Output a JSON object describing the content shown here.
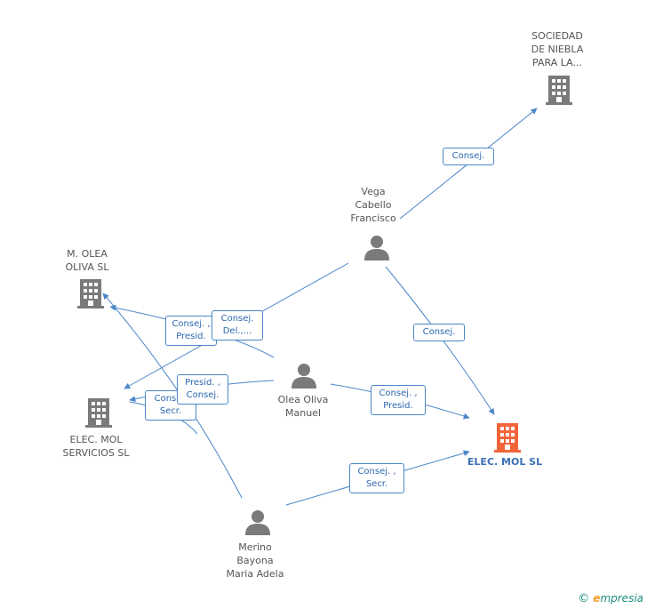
{
  "colors": {
    "edge": "#4a86c8",
    "person_icon": "#7a7a7a",
    "company_icon": "#7a7a7a",
    "main_company_icon": "#f2653a",
    "main_label": "#3d6fb5"
  },
  "nodes": {
    "sociedad": {
      "label": "SOCIEDAD\nDE NIEBLA\nPARA LA...",
      "icon": "building-icon"
    },
    "vega": {
      "label": "Vega\nCabello\nFrancisco",
      "icon": "person-icon"
    },
    "molea": {
      "label": "M. OLEA\nOLIVA SL",
      "icon": "building-icon"
    },
    "olea": {
      "label": "Olea Oliva\nManuel",
      "icon": "person-icon"
    },
    "elecserv": {
      "label": "ELEC. MOL\nSERVICIOS SL",
      "icon": "building-icon"
    },
    "elecmol": {
      "label": "ELEC. MOL SL",
      "icon": "building-icon"
    },
    "merino": {
      "label": "Merino\nBayona\nMaria Adela",
      "icon": "person-icon"
    }
  },
  "edge_labels": {
    "vega_sociedad": "Consej.",
    "vega_elecmol": "Consej.",
    "olea_molea": "Consej. ,\nPresid.",
    "vega_elecserv": "Consej.\nDel.,...",
    "merino_elecserv": "Consej.\nSecr.",
    "olea_elecserv": "Presid. ,\nConsej.",
    "olea_elecmol": "Consej. ,\nPresid.",
    "merino_elecmol": "Consej. ,\nSecr."
  },
  "footer": {
    "copyright": "©",
    "brand_first": "e",
    "brand_rest": "mpresia"
  }
}
